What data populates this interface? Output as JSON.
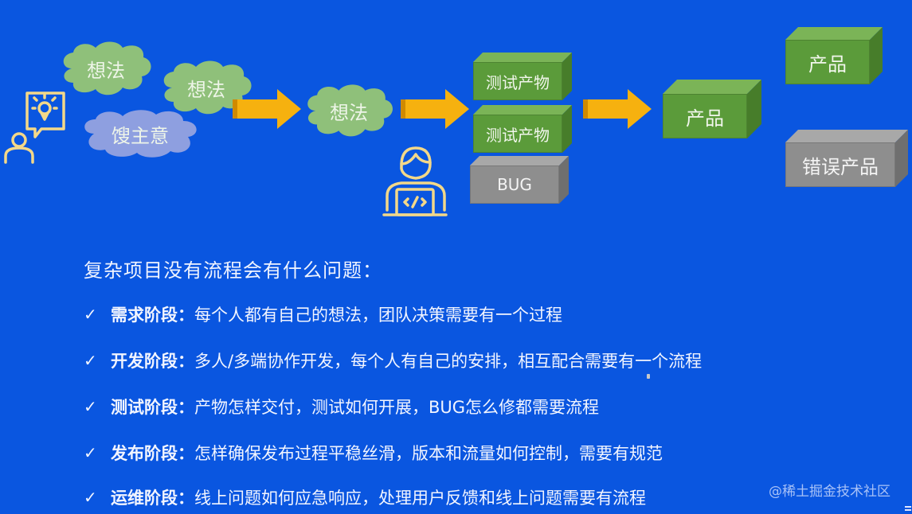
{
  "diagram": {
    "stage1_ideas": [
      {
        "label": "想法",
        "color": "#8fc07a"
      },
      {
        "label": "想法",
        "color": "#8fc07a"
      },
      {
        "label": "馊主意",
        "color": "#8e9fe0"
      }
    ],
    "stage2_idea": {
      "label": "想法",
      "color": "#8fc07a"
    },
    "stage3_outputs": [
      {
        "label": "测试产物",
        "type": "green"
      },
      {
        "label": "测试产物",
        "type": "green"
      },
      {
        "label": "BUG",
        "type": "gray"
      }
    ],
    "stage4_product": {
      "label": "产品",
      "type": "green"
    },
    "stage5_results": [
      {
        "label": "产品",
        "type": "green"
      },
      {
        "label": "错误产品",
        "type": "gray"
      }
    ],
    "icons": {
      "person_with_idea": "person-lightbulb-icon",
      "developer": "developer-laptop-icon"
    },
    "colors": {
      "background": "#0a56e0",
      "arrow": "#f6b10f",
      "icon_line": "#f3d889",
      "box_green": "#5b9b3a",
      "box_gray": "#8e8e8e"
    }
  },
  "content": {
    "title": "复杂项目没有流程会有什么问题：",
    "items": [
      {
        "check": "✓",
        "stage": "需求阶段：",
        "text": "每个人都有自己的想法，团队决策需要有一个过程"
      },
      {
        "check": "✓",
        "stage": "开发阶段：",
        "text": "多人/多端协作开发，每个人有自己的安排，相互配合需要有一个流程"
      },
      {
        "check": "✓",
        "stage": "测试阶段：",
        "text": "产物怎样交付，测试如何开展，BUG怎么修都需要流程"
      },
      {
        "check": "✓",
        "stage": "发布阶段：",
        "text": "怎样确保发布过程平稳丝滑，版本和流量如何控制，需要有规范"
      },
      {
        "check": "✓",
        "stage": "运维阶段：",
        "text": "线上问题如何应急响应，处理用户反馈和线上问题需要有流程"
      }
    ]
  },
  "watermark": "@稀土掘金技术社区"
}
